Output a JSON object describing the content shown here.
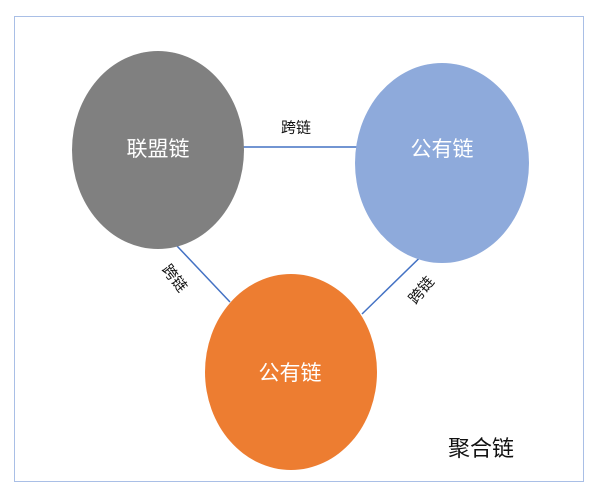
{
  "nodes": {
    "consortium": {
      "label": "联盟链",
      "color": "#808080"
    },
    "public_right": {
      "label": "公有链",
      "color": "#8eaadb"
    },
    "public_bottom": {
      "label": "公有链",
      "color": "#ed7d31"
    }
  },
  "edges": {
    "top": {
      "label": "跨链"
    },
    "left": {
      "label": "跨链"
    },
    "right": {
      "label": "跨链"
    }
  },
  "edge_color": "#4472c4",
  "title": "聚合链"
}
